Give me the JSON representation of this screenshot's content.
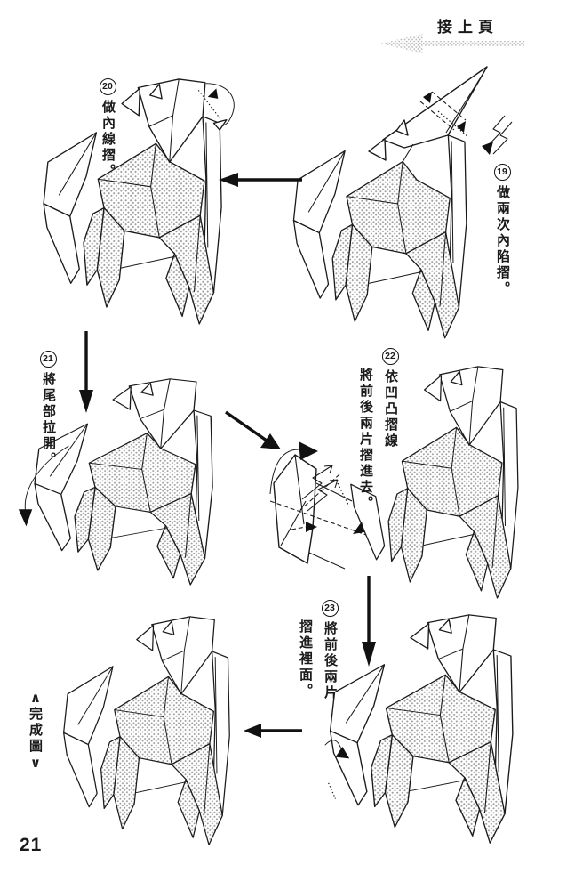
{
  "page": {
    "number": "21",
    "header": {
      "continue_label": "接上頁"
    }
  },
  "steps": {
    "s19": {
      "number": "19",
      "lines": [
        "做兩次內陷摺。"
      ]
    },
    "s20": {
      "number": "20",
      "lines": [
        "做內線摺。"
      ]
    },
    "s21": {
      "number": "21",
      "lines": [
        "將尾部拉開。"
      ]
    },
    "s22": {
      "number": "22",
      "lines": [
        "依凹凸摺線",
        "將前後兩片摺進去。"
      ]
    },
    "s23": {
      "number": "23",
      "lines": [
        "將前後兩片",
        "摺進裡面。"
      ]
    }
  },
  "completed": {
    "bracket_top": "∧",
    "text": "完成圖",
    "bracket_bottom": "∨"
  },
  "graphics": {
    "figures": [
      "origami-dog-step-20",
      "origami-dog-step-19",
      "origami-dog-step-21",
      "origami-dog-step-22",
      "origami-dog-finished",
      "origami-dog-step-23"
    ],
    "flow_arrows": [
      "arrow-left-top",
      "arrow-down-left",
      "arrow-diagonal-middle",
      "arrow-down-right",
      "arrow-left-bottom"
    ],
    "header_arrow": "halftone-arrow-left-icon"
  },
  "colors": {
    "ink": "#1a1a1a",
    "paper": "#ffffff",
    "halftone_dot": "#9f9f9f",
    "header_arrow": "#b5b5b5"
  }
}
